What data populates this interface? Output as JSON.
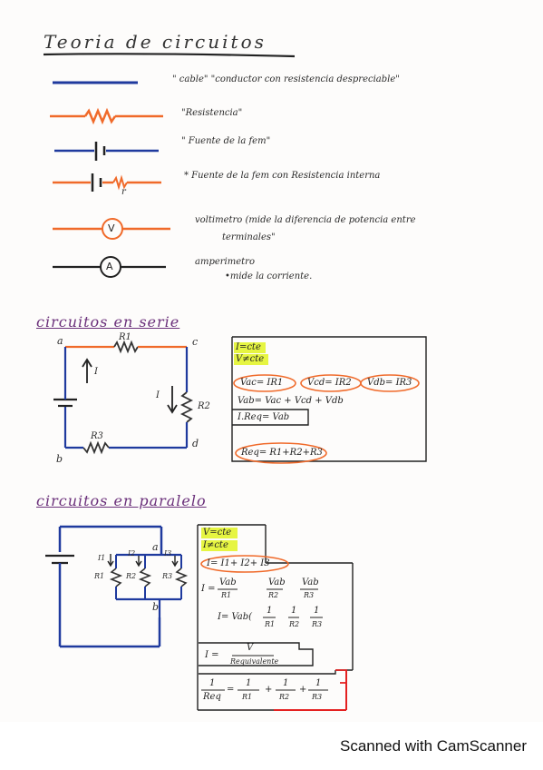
{
  "title": "Teoria de circuitos",
  "legend": {
    "cable": "\" cable\" \"conductor con resistencia despreciable\"",
    "resistencia": "\"Resistencia\"",
    "fem": "\" Fuente de la fem\"",
    "fem_r": "* Fuente de la fem con Resistencia interna",
    "fem_r_label": "r",
    "voltimetro": "voltimetro (mide la diferencia de potencia entre",
    "voltimetro_2": "terminales\"",
    "voltimetro_symbol": "V",
    "amperimetro": "amperimetro",
    "amperimetro_2": "•mide la corriente.",
    "amperimetro_symbol": "A"
  },
  "serie": {
    "header": "circuitos en serie",
    "nodes": {
      "a": "a",
      "b": "b",
      "c": "c",
      "d": "d"
    },
    "R1": "R1",
    "R2": "R2",
    "R3": "R3",
    "I1": "I",
    "I2": "I",
    "box": {
      "l1": "I=cte",
      "l2": "V≠cte",
      "l3a": "Vac= IR1",
      "l3b": "Vcd= IR2",
      "l3c": "Vdb= IR3",
      "l4": "Vab= Vac + Vcd + Vdb",
      "l5": "I.Req= Vab",
      "l6": "Req= R1+R2+R3"
    }
  },
  "paralelo": {
    "header": "circuitos en paralelo",
    "nodes": {
      "a": "a",
      "b": "b"
    },
    "R1": "R1",
    "R2": "R2",
    "R3": "R3",
    "I1": "I1",
    "I2": "I2",
    "I3": "I3",
    "box": {
      "l1": "V=cte",
      "l2": "I≠cte",
      "l3": "I= I1+ I2+ I3",
      "l4_prefix": "I =",
      "l4_num": "Vab",
      "l4_den1": "R1",
      "l4_den2": "R2",
      "l4_den3": "R3",
      "l5_prefix": "I= Vab(",
      "l5_one": "1",
      "l6": "I =",
      "l6_num": "V",
      "l6_den": "Requivalente",
      "l7_lhs": "Req",
      "l7_one": "1"
    }
  },
  "footer": "Scanned with CamScanner"
}
